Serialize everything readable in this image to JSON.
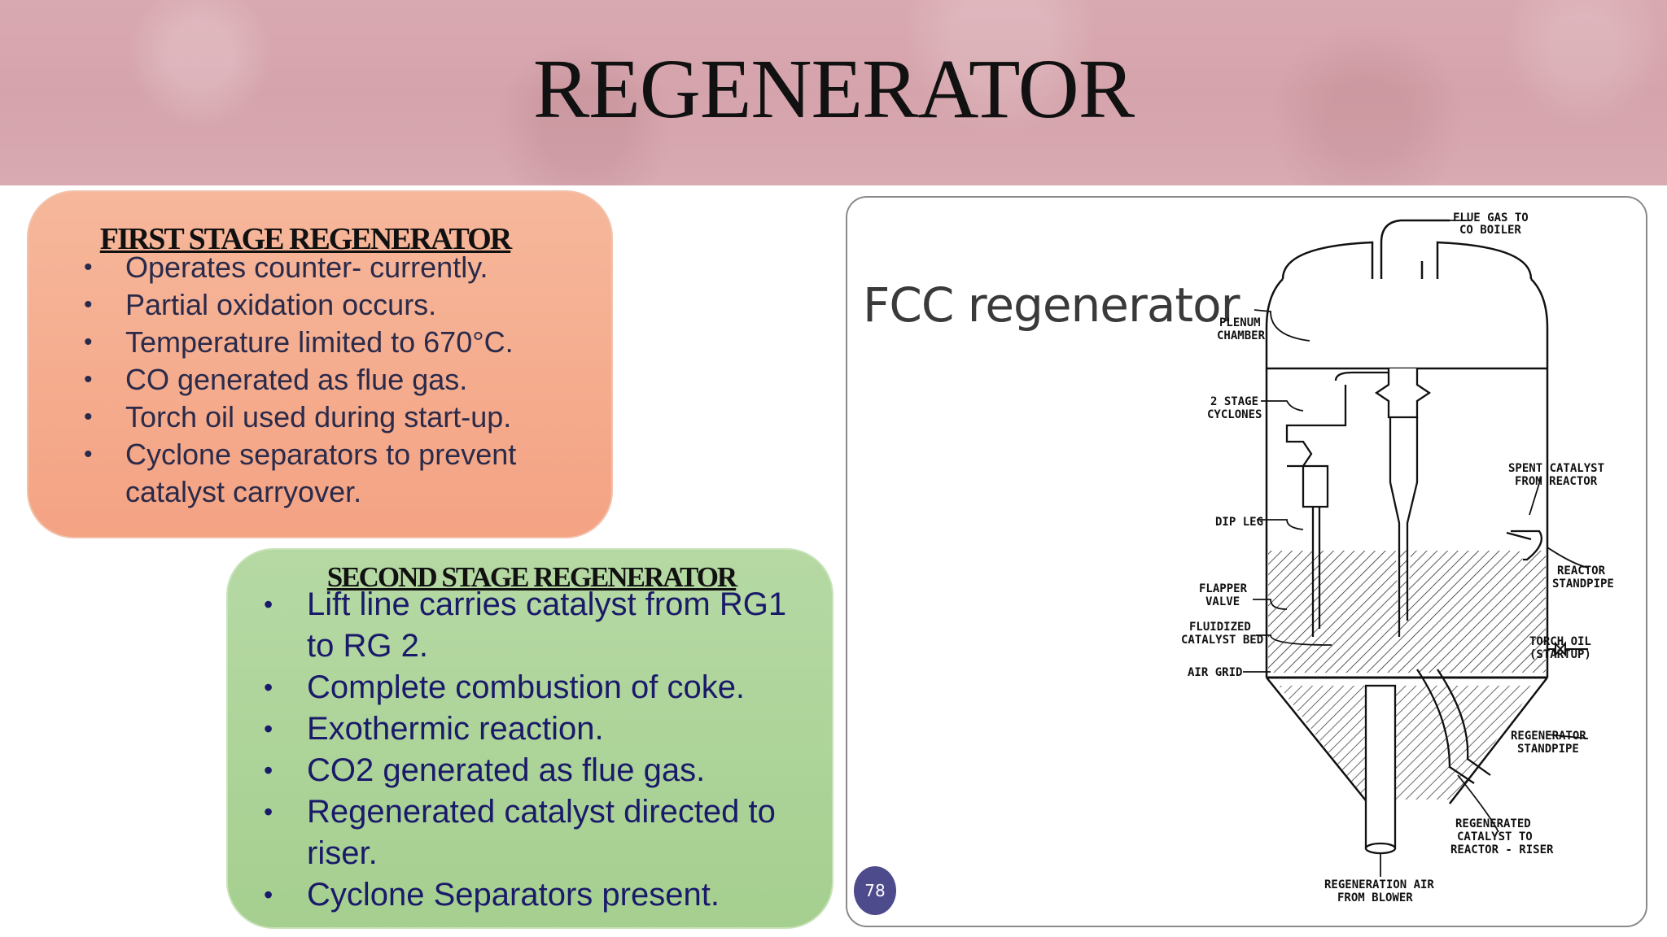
{
  "title": "REGENERATOR",
  "first_stage": {
    "heading": "FIRST STAGE REGENERATOR",
    "bullets": [
      "Operates counter- currently.",
      "Partial oxidation occurs.",
      "Temperature limited to 670°C.",
      "CO generated as flue gas.",
      "Torch oil used during start-up.",
      "Cyclone separators to prevent catalyst carryover."
    ]
  },
  "second_stage": {
    "heading": "SECOND STAGE REGENERATOR",
    "bullets": [
      "Lift line carries catalyst from RG1 to RG 2.",
      "Complete combustion of coke.",
      "Exothermic reaction.",
      "CO2 generated as flue gas.",
      "Regenerated catalyst directed to riser.",
      "Cyclone Separators present."
    ]
  },
  "image": {
    "heading": "FCC regenerator",
    "page_number": "78",
    "labels": {
      "flue_gas_1": "FLUE GAS TO",
      "flue_gas_2": "CO BOILER",
      "plenum_1": "PLENUM",
      "plenum_2": "CHAMBER",
      "cyclones_1": "2 STAGE",
      "cyclones_2": "CYCLONES",
      "spent_1": "SPENT CATALYST",
      "spent_2": "FROM REACTOR",
      "dip_leg": "DIP LEG",
      "reactor_sp_1": "REACTOR",
      "reactor_sp_2": "STANDPIPE",
      "flapper_1": "FLAPPER",
      "flapper_2": "VALVE",
      "fluidized_1": "FLUIDIZED",
      "fluidized_2": "CATALYST BED",
      "torch_1": "TORCH OIL",
      "torch_2": "(STARTUP)",
      "air_grid": "AIR GRID",
      "regen_sp_1": "REGENERATOR",
      "regen_sp_2": "STANDPIPE",
      "regen_cat_1": "REGENERATED",
      "regen_cat_2": "CATALYST TO",
      "regen_cat_3": "REACTOR - RISER",
      "regen_air_1": "REGENERATION AIR",
      "regen_air_2": "FROM BLOWER"
    }
  }
}
